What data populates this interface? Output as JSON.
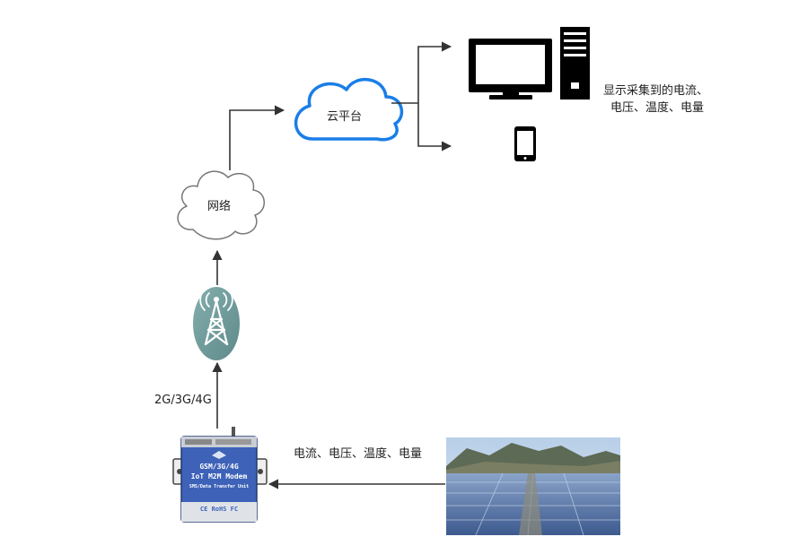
{
  "cloud_platform": {
    "label": "云平台"
  },
  "network": {
    "label": "网络"
  },
  "display_note": {
    "line1": "显示采集到的电流、",
    "line2": "电压、温度、电量"
  },
  "link_label": {
    "text": "2G/3G/4G"
  },
  "measurements_label": {
    "text": "电流、电压、温度、电量"
  },
  "modem": {
    "line1": "GSM/3G/4G",
    "line2": "IoT M2M Modem",
    "line3": "SMS/Data Transfer Unit",
    "footer": "CE  RoHS  FC"
  },
  "icons": [
    "computer-monitor-icon",
    "desktop-tower-icon",
    "smartphone-icon",
    "cell-tower-icon",
    "cloud-icon"
  ],
  "colors": {
    "cloud_platform_stroke": "#1a7ee8",
    "arrow": "#333333",
    "modem_body": "#3d62b8",
    "tower_bg": "#6f9c9c"
  }
}
